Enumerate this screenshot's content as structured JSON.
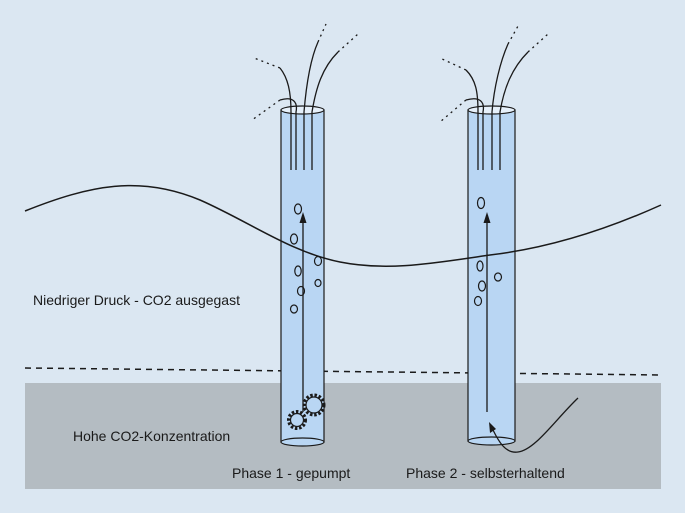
{
  "labels": {
    "low_pressure": "Niedriger Druck - CO2 ausgegast",
    "high_concentration": "Hohe CO2-Konzentration",
    "phase1": "Phase 1 - gepumpt",
    "phase2": "Phase 2 - selbsterhaltend"
  },
  "colors": {
    "background": "#dbe7f2",
    "deep_layer": "#b4bcc2",
    "pipe_fill": "#b9d6f3",
    "line": "#1a1a1a"
  },
  "icons": {
    "pump": "gear-icon"
  }
}
